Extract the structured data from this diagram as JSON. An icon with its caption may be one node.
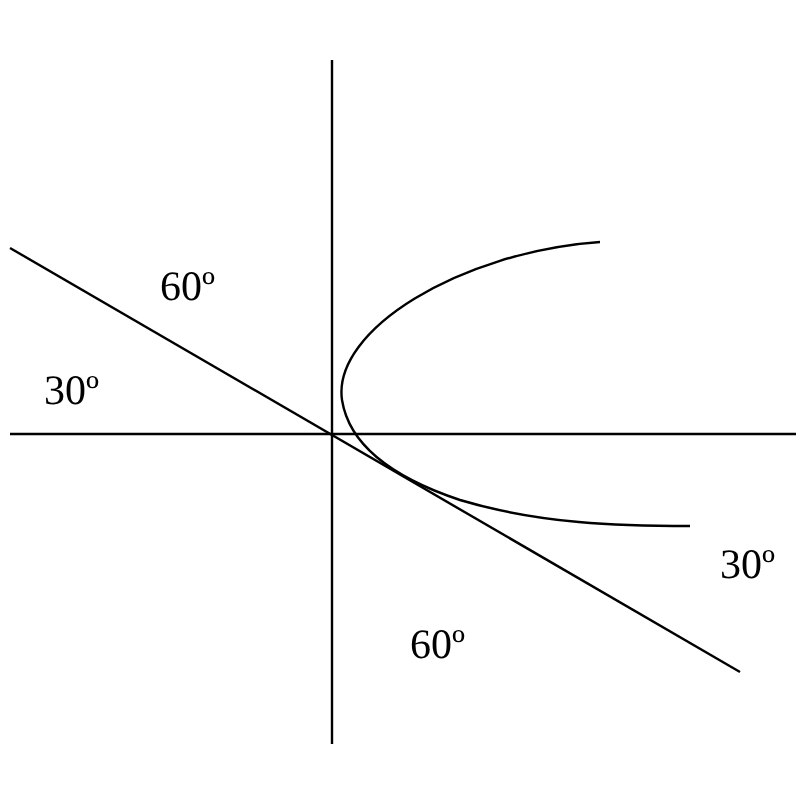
{
  "diagram": {
    "labels": [
      "60º",
      "30º",
      "30º",
      "60º"
    ]
  }
}
